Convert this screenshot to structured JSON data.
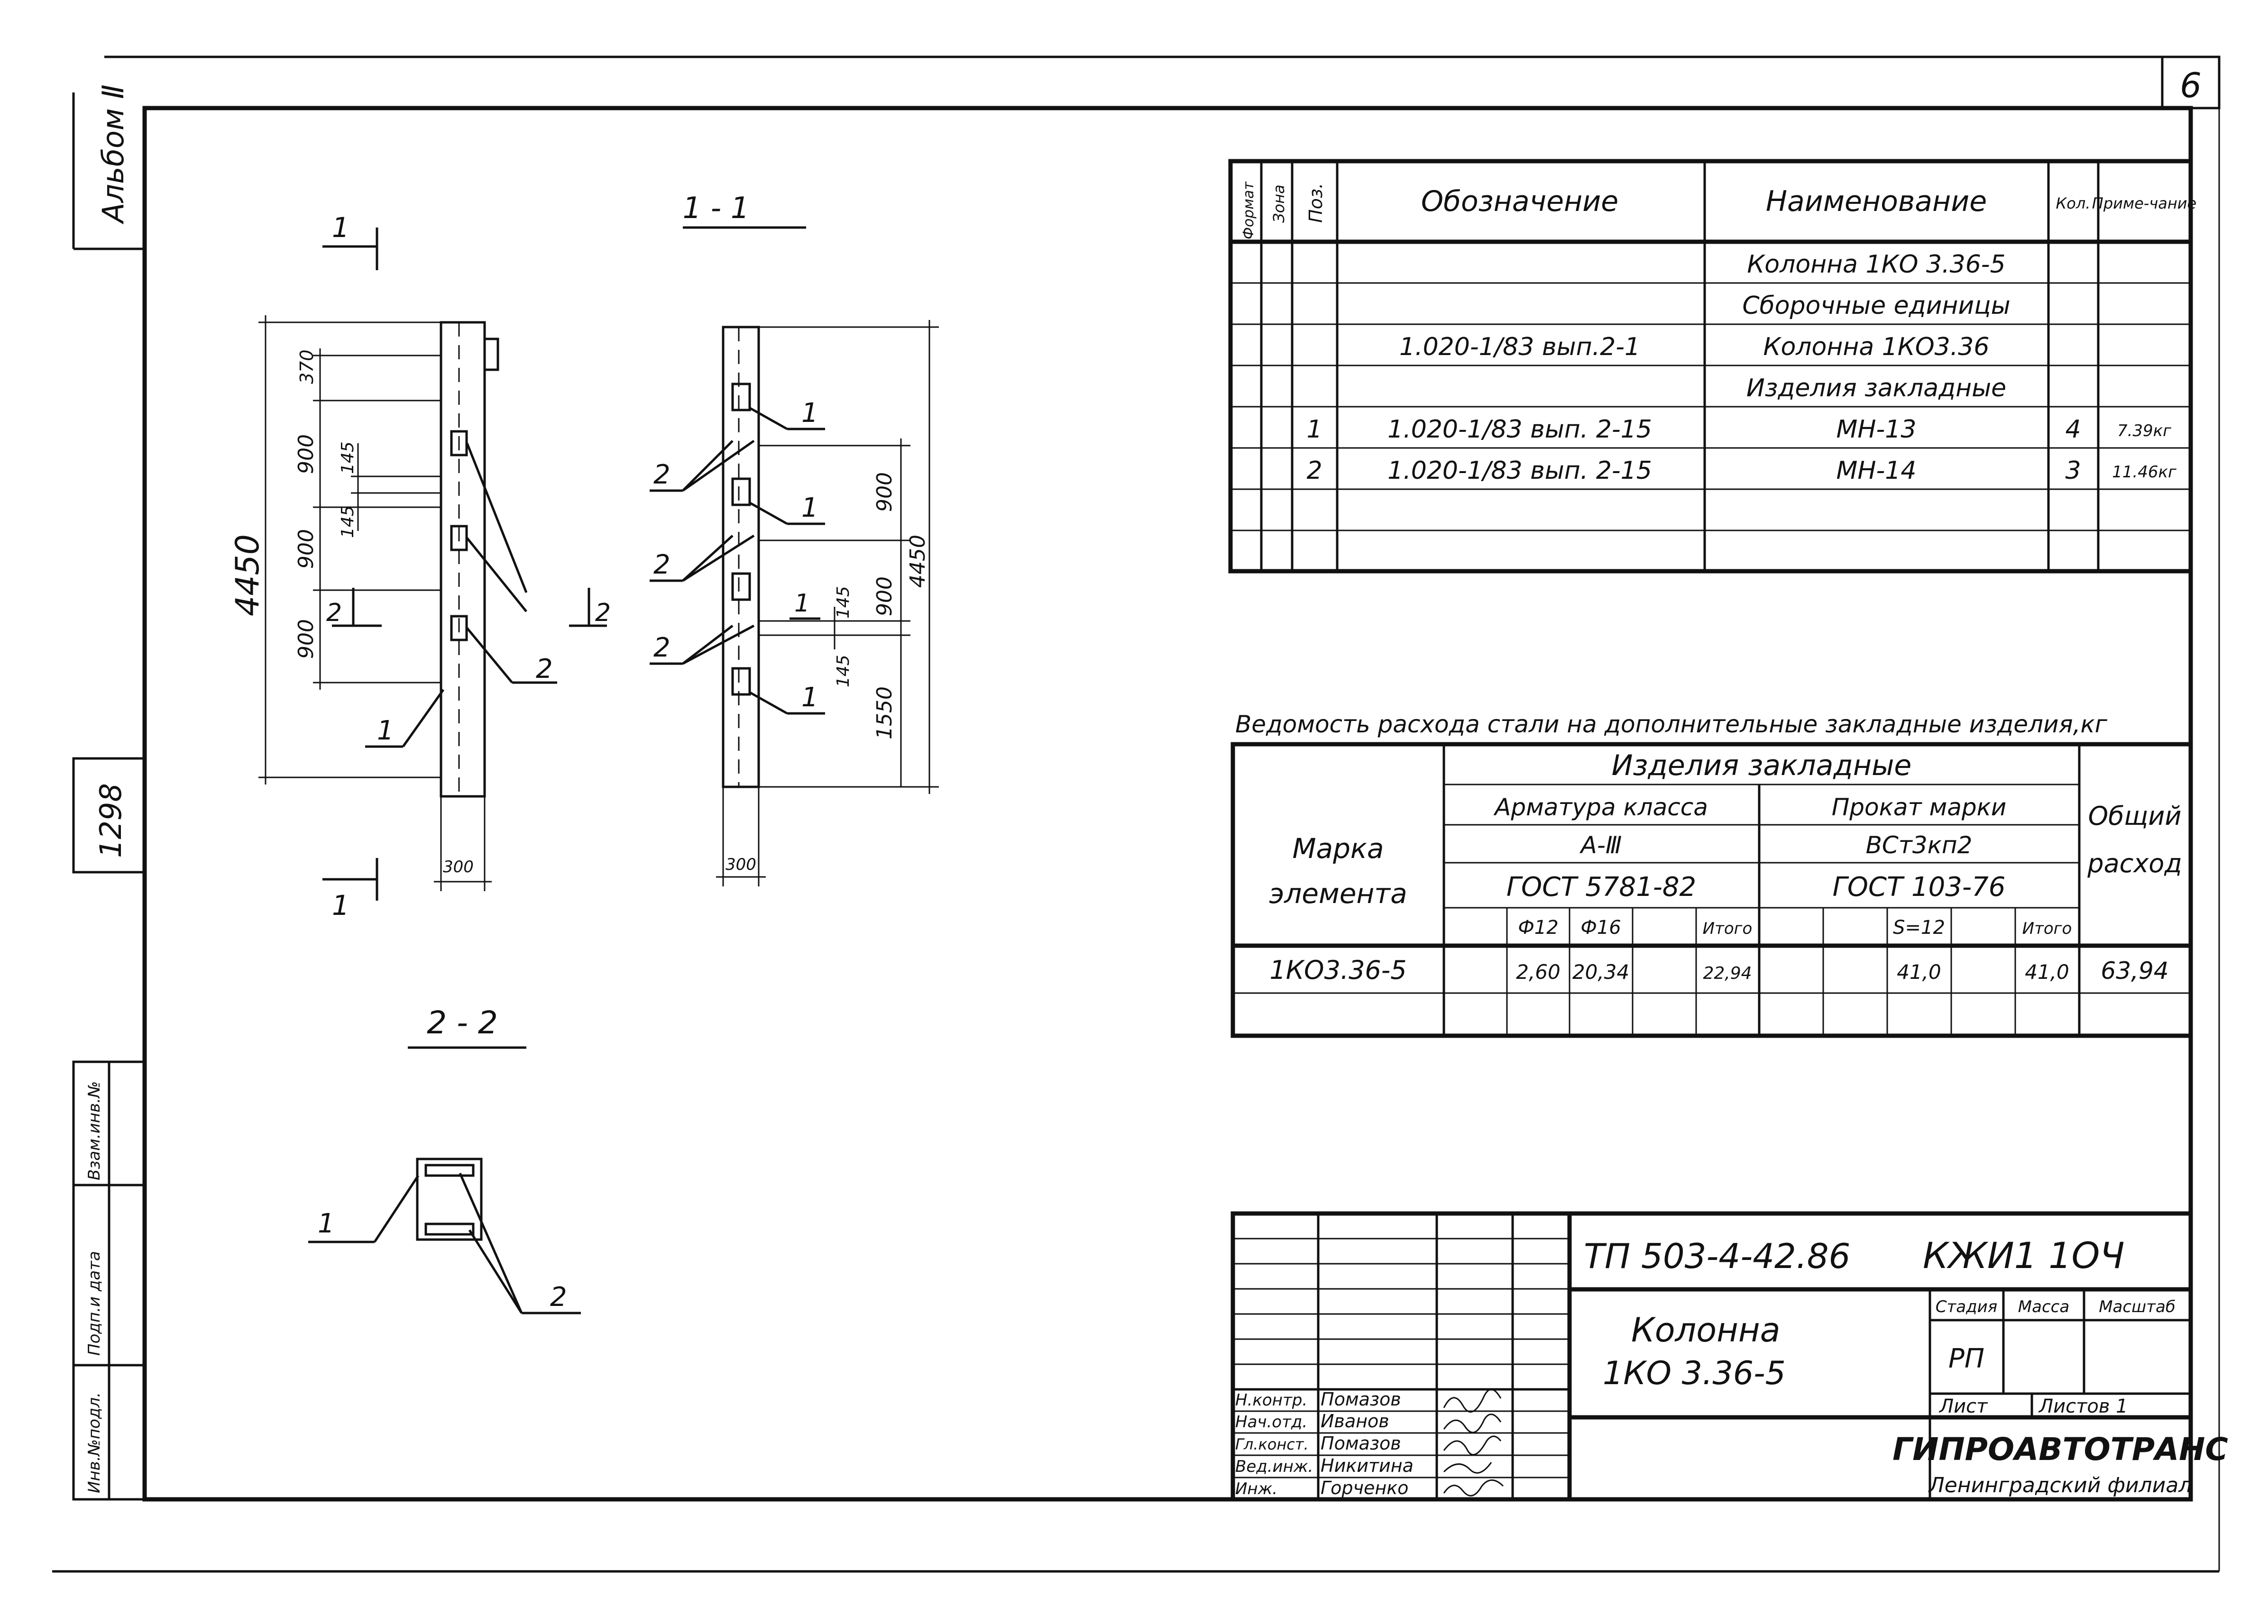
{
  "sheet_number": "6",
  "side_strip": {
    "album": "Альбом Ⅱ",
    "inv_no": "1298",
    "stamp": [
      "Взам.инв.№",
      "Подп.и дата",
      "Инв.№подл."
    ]
  },
  "views": {
    "front": {
      "section_mark": "1",
      "section_mark_2": "2",
      "total": "4450",
      "dims": [
        "370",
        "900",
        "900",
        "900"
      ],
      "small": [
        "145",
        "145"
      ],
      "width": "300",
      "callouts": [
        "1",
        "2"
      ]
    },
    "section_1_1": {
      "title": "1 - 1",
      "callouts": [
        "2",
        "2",
        "2",
        "1",
        "1",
        "1",
        "1"
      ],
      "dims": [
        "900",
        "900",
        "145",
        "145",
        "1550"
      ],
      "total": "4450",
      "width": "300"
    },
    "section_2_2": {
      "title": "2 - 2",
      "callouts": [
        "1",
        "2"
      ]
    }
  },
  "spec_table": {
    "headers": {
      "format": "Формат",
      "zone": "Зона",
      "pos": "Поз.",
      "designation": "Обозначение",
      "name": "Наименование",
      "qty": "Кол.",
      "note": "Приме-чание"
    },
    "rows": [
      {
        "pos": "",
        "designation": "",
        "name": "Колонна 1КО 3.36-5",
        "qty": "",
        "note": ""
      },
      {
        "pos": "",
        "designation": "",
        "name": "Сборочные единицы",
        "qty": "",
        "note": ""
      },
      {
        "pos": "",
        "designation": "1.020-1/83 вып.2-1",
        "name": "Колонна 1КО3.36",
        "qty": "",
        "note": ""
      },
      {
        "pos": "",
        "designation": "",
        "name": "Изделия закладные",
        "qty": "",
        "note": ""
      },
      {
        "pos": "1",
        "designation": "1.020-1/83 вып. 2-15",
        "name": "МН-13",
        "qty": "4",
        "note": "7.39кг"
      },
      {
        "pos": "2",
        "designation": "1.020-1/83 вып. 2-15",
        "name": "МН-14",
        "qty": "3",
        "note": "11.46кг"
      },
      {
        "pos": "",
        "designation": "",
        "name": "",
        "qty": "",
        "note": ""
      },
      {
        "pos": "",
        "designation": "",
        "name": "",
        "qty": "",
        "note": ""
      }
    ]
  },
  "steel_table": {
    "caption": "Ведомость расхода стали на дополнительные закладные изделия,кг",
    "mark_header": "Марка элемента",
    "group_header": "Изделия закладные",
    "rebar": {
      "label": "Арматура класса",
      "class": "А-Ⅲ",
      "gost": "ГОСТ 5781-82"
    },
    "rolled": {
      "label": "Прокат марки",
      "grade": "ВСт3кп2",
      "gost": "ГОСТ 103-76"
    },
    "total_header": "Общий расход",
    "sub_headers": [
      "",
      "Ф12",
      "Ф16",
      "",
      "Итого",
      "",
      "",
      "S=12",
      "",
      "Итого"
    ],
    "rows": [
      {
        "mark": "1КО3.36-5",
        "cells": [
          "",
          "2,60",
          "20,34",
          "",
          "22,94",
          "",
          "",
          "41,0",
          "",
          "41,0"
        ],
        "total": "63,94"
      }
    ]
  },
  "title_block": {
    "project_code": "ТП 503-4-42.86",
    "doc_code": "КЖИ1 1ОЧ",
    "object_title": [
      "Колонна",
      "1КО 3.36-5"
    ],
    "stage_label": "Стадия",
    "mass_label": "Масса",
    "scale_label": "Масштаб",
    "stage": "РП",
    "sheet_label": "Лист",
    "sheets_label": "Листов 1",
    "org": "ГИПРОАВТОТРАНС",
    "branch": "Ленинградский филиал",
    "signers": [
      {
        "role": "Н.контр.",
        "name": "Помазов"
      },
      {
        "role": "Нач.отд.",
        "name": "Иванов"
      },
      {
        "role": "Гл.конст.",
        "name": "Помазов"
      },
      {
        "role": "Вед.инж.",
        "name": "Никитина"
      },
      {
        "role": "Инж.",
        "name": "Горченко"
      }
    ]
  }
}
